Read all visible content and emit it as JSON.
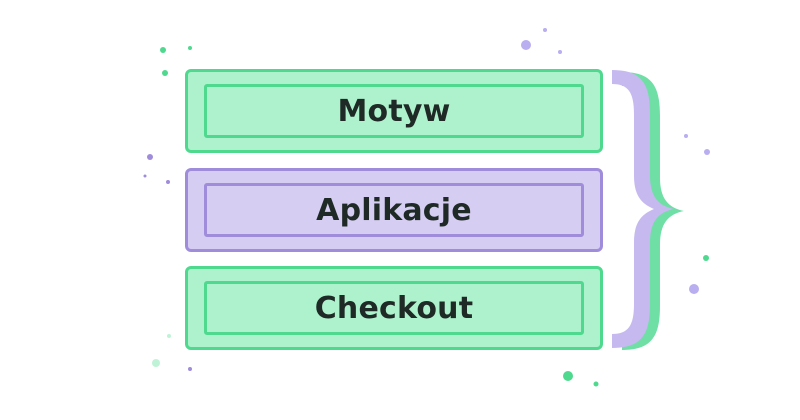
{
  "layers": [
    {
      "label": "Motyw",
      "color": "green"
    },
    {
      "label": "Aplikacje",
      "color": "purple"
    },
    {
      "label": "Checkout",
      "color": "green"
    }
  ],
  "colors": {
    "green_fill": "#aef2cd",
    "green_stroke": "#4fd98e",
    "purple_fill": "#d6cdf3",
    "purple_stroke": "#9f8ddb",
    "text": "#1f2a27"
  }
}
